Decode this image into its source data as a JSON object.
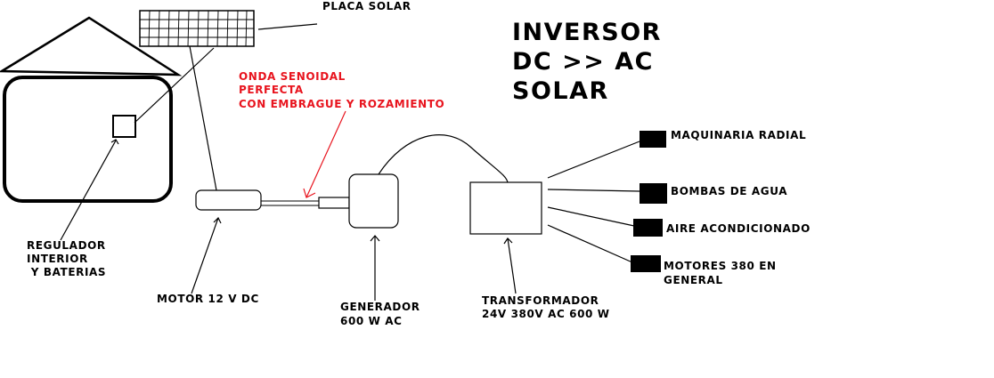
{
  "title": {
    "lines": [
      "INVERSOR",
      "DC >> AC",
      "SOLAR"
    ]
  },
  "labels": {
    "placa_solar": "PLACA SOLAR",
    "onda": [
      "ONDA SENOIDAL",
      "PERFECTA",
      "CON EMBRAGUE Y ROZAMIENTO"
    ],
    "regulador": [
      "REGULADOR",
      "INTERIOR",
      " Y BATERIAS"
    ],
    "motor": "MOTOR 12 V DC",
    "generador": [
      "GENERADOR",
      "600 W AC"
    ],
    "transformador": [
      "TRANSFORMADOR",
      "24V 380V AC 600 W"
    ],
    "outputs": {
      "maquinaria": "MAQUINARIA RADIAL",
      "bombas": "BOMBAS DE AGUA",
      "aire": "AIRE ACONDICIONADO",
      "motores": [
        "MOTORES 380 EN",
        "GENERAL"
      ]
    }
  },
  "colors": {
    "ink": "#000000",
    "annotation": "#e8141e",
    "background": "#ffffff"
  }
}
